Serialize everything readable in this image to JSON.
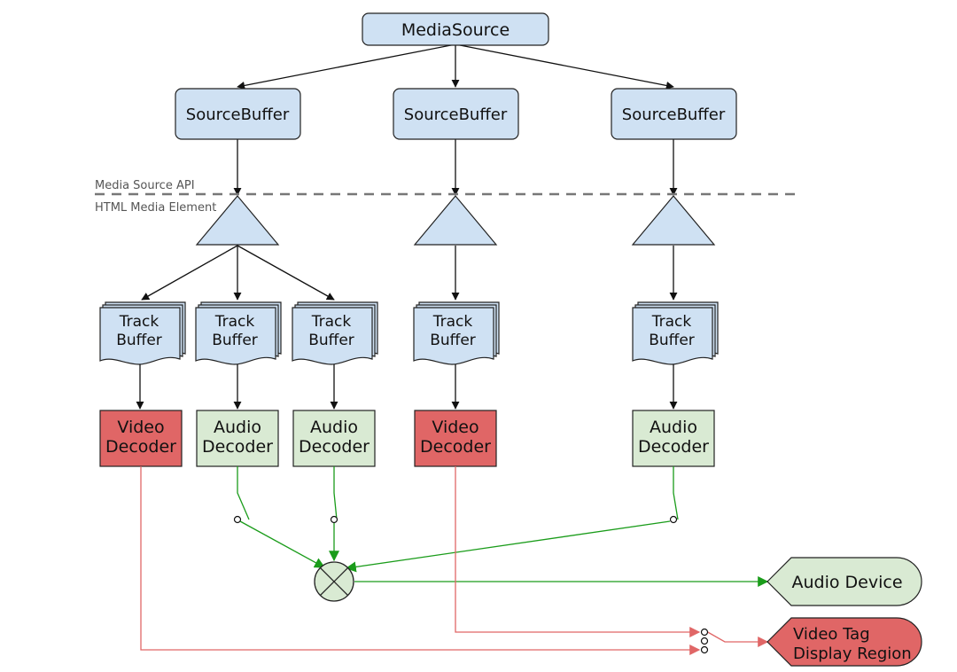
{
  "media_source": {
    "label": "MediaSource"
  },
  "source_buffers": [
    {
      "label": "SourceBuffer"
    },
    {
      "label": "SourceBuffer"
    },
    {
      "label": "SourceBuffer"
    }
  ],
  "divider": {
    "upper_label": "Media Source API",
    "lower_label": "HTML Media Element"
  },
  "track_buffers": [
    {
      "line1": "Track",
      "line2": "Buffer"
    },
    {
      "line1": "Track",
      "line2": "Buffer"
    },
    {
      "line1": "Track",
      "line2": "Buffer"
    },
    {
      "line1": "Track",
      "line2": "Buffer"
    },
    {
      "line1": "Track",
      "line2": "Buffer"
    }
  ],
  "decoders": [
    {
      "line1": "Video",
      "line2": "Decoder",
      "kind": "video"
    },
    {
      "line1": "Audio",
      "line2": "Decoder",
      "kind": "audio"
    },
    {
      "line1": "Audio",
      "line2": "Decoder",
      "kind": "audio"
    },
    {
      "line1": "Video",
      "line2": "Decoder",
      "kind": "video"
    },
    {
      "line1": "Audio",
      "line2": "Decoder",
      "kind": "audio"
    }
  ],
  "outputs": {
    "audio_device": "Audio Device",
    "video_region_line1": "Video Tag",
    "video_region_line2": "Display Region"
  },
  "colors": {
    "blue_fill": "#cfe1f3",
    "video_fill": "#e06666",
    "audio_fill": "#d9ead3",
    "audio_line": "#1a9c1a",
    "video_line": "#e06666",
    "divider": "#777777"
  }
}
